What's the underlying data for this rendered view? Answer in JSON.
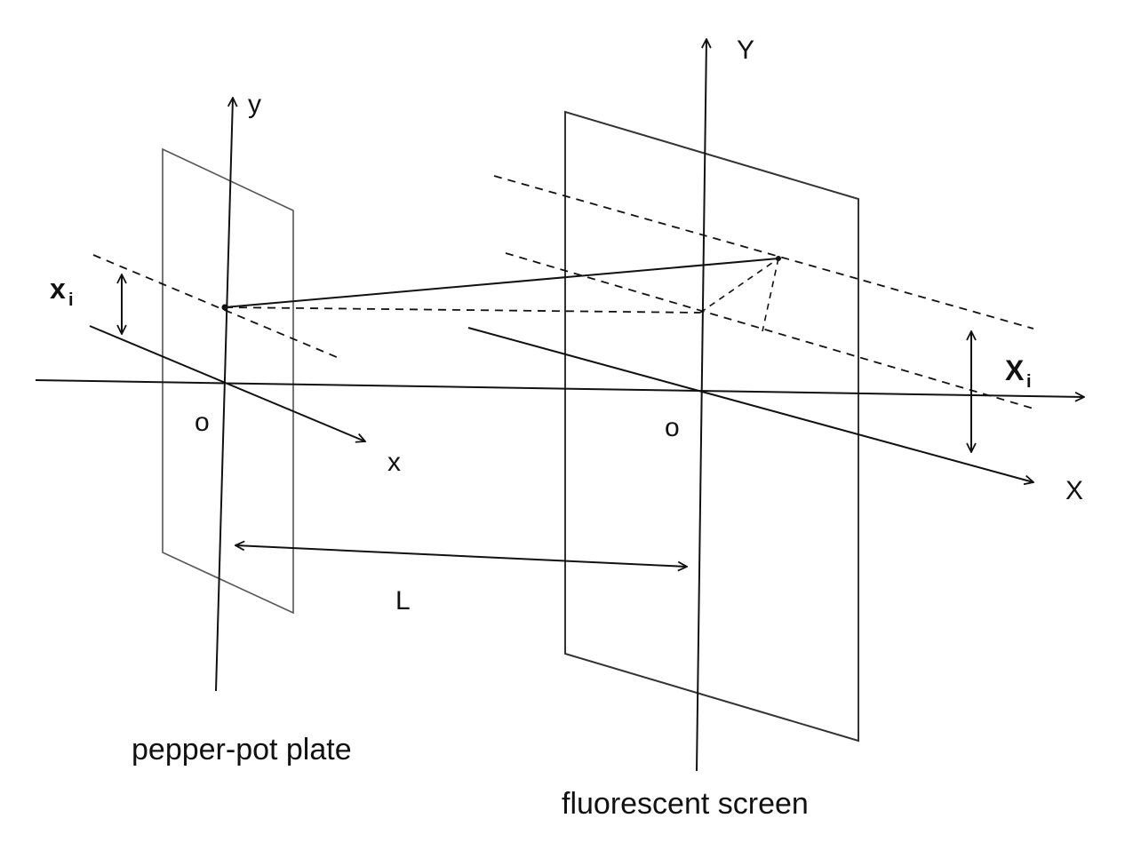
{
  "labels": {
    "plate_y": "y",
    "plate_x": "x",
    "plate_origin": "o",
    "screen_y": "Y",
    "screen_x": "X",
    "screen_origin": "o",
    "distance": "L",
    "xi_main": "x",
    "xi_sub": "i",
    "Xi_main": "X",
    "Xi_sub": "i",
    "plate_caption": "pepper-pot plate",
    "screen_caption": "fluorescent screen"
  }
}
